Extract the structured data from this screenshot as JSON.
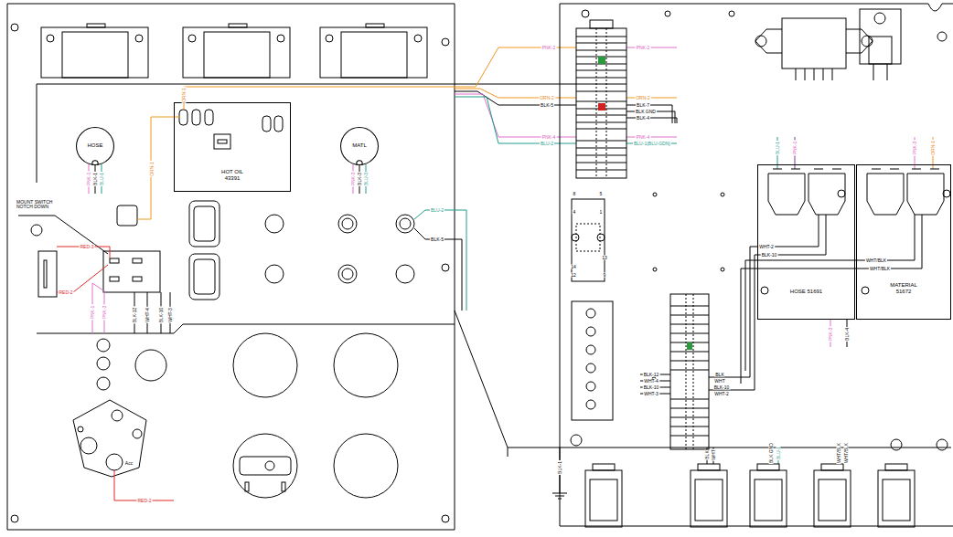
{
  "diagram": {
    "nodes": [
      {
        "text": [
          "HOT OIL 43391"
        ]
      },
      {
        "text": [
          "HOSE"
        ]
      },
      {
        "text": [
          "MATL"
        ]
      },
      {
        "text": [
          "HOSE 51691"
        ]
      },
      {
        "text": [
          "MATERIAL 51672"
        ]
      }
    ],
    "labels": [
      "PNK-2",
      "ORN-2",
      "BLK-5",
      "PNK-4",
      "BLU-2",
      "PNK-2",
      "ORN-2",
      "BLK-7",
      "BLK GND",
      "BLK-4",
      "PNK-4",
      "BLU-1(BLU-GDN)",
      "ORN-1",
      "ORN-1",
      "PNK-1",
      "BLK-1",
      "BLU-1",
      "PNK-3",
      "BLK-3",
      "BLU-3",
      "BLU-2",
      "BLK-5",
      "MOUNT SWITCH NOTCH DOWN",
      "RED-3",
      "RED-2",
      "PNK-1",
      "PNK-3",
      "BLK-12",
      "WHT-4",
      "BLK-10",
      "WHT-3",
      "Acc",
      "RED-2",
      "8",
      "5",
      "4",
      "1",
      "14",
      "13",
      "12",
      "9",
      "BLU-1",
      "PNK-1",
      "PNK-3",
      "ORN-1",
      "WHT-2",
      "BLK-10",
      "WHT/BLK",
      "WHT/BLK",
      "PNK-3",
      "BLK-4",
      "BLK-12",
      "WHT-4",
      "BLK-10",
      "WHT-3",
      "BLK",
      "WHT",
      "BLK-10",
      "WHT-2",
      "BLK-1",
      "BLK",
      "WHT",
      "BLK GND",
      "BLU-1",
      "WHT/BLK",
      "WHT/BLK"
    ]
  }
}
